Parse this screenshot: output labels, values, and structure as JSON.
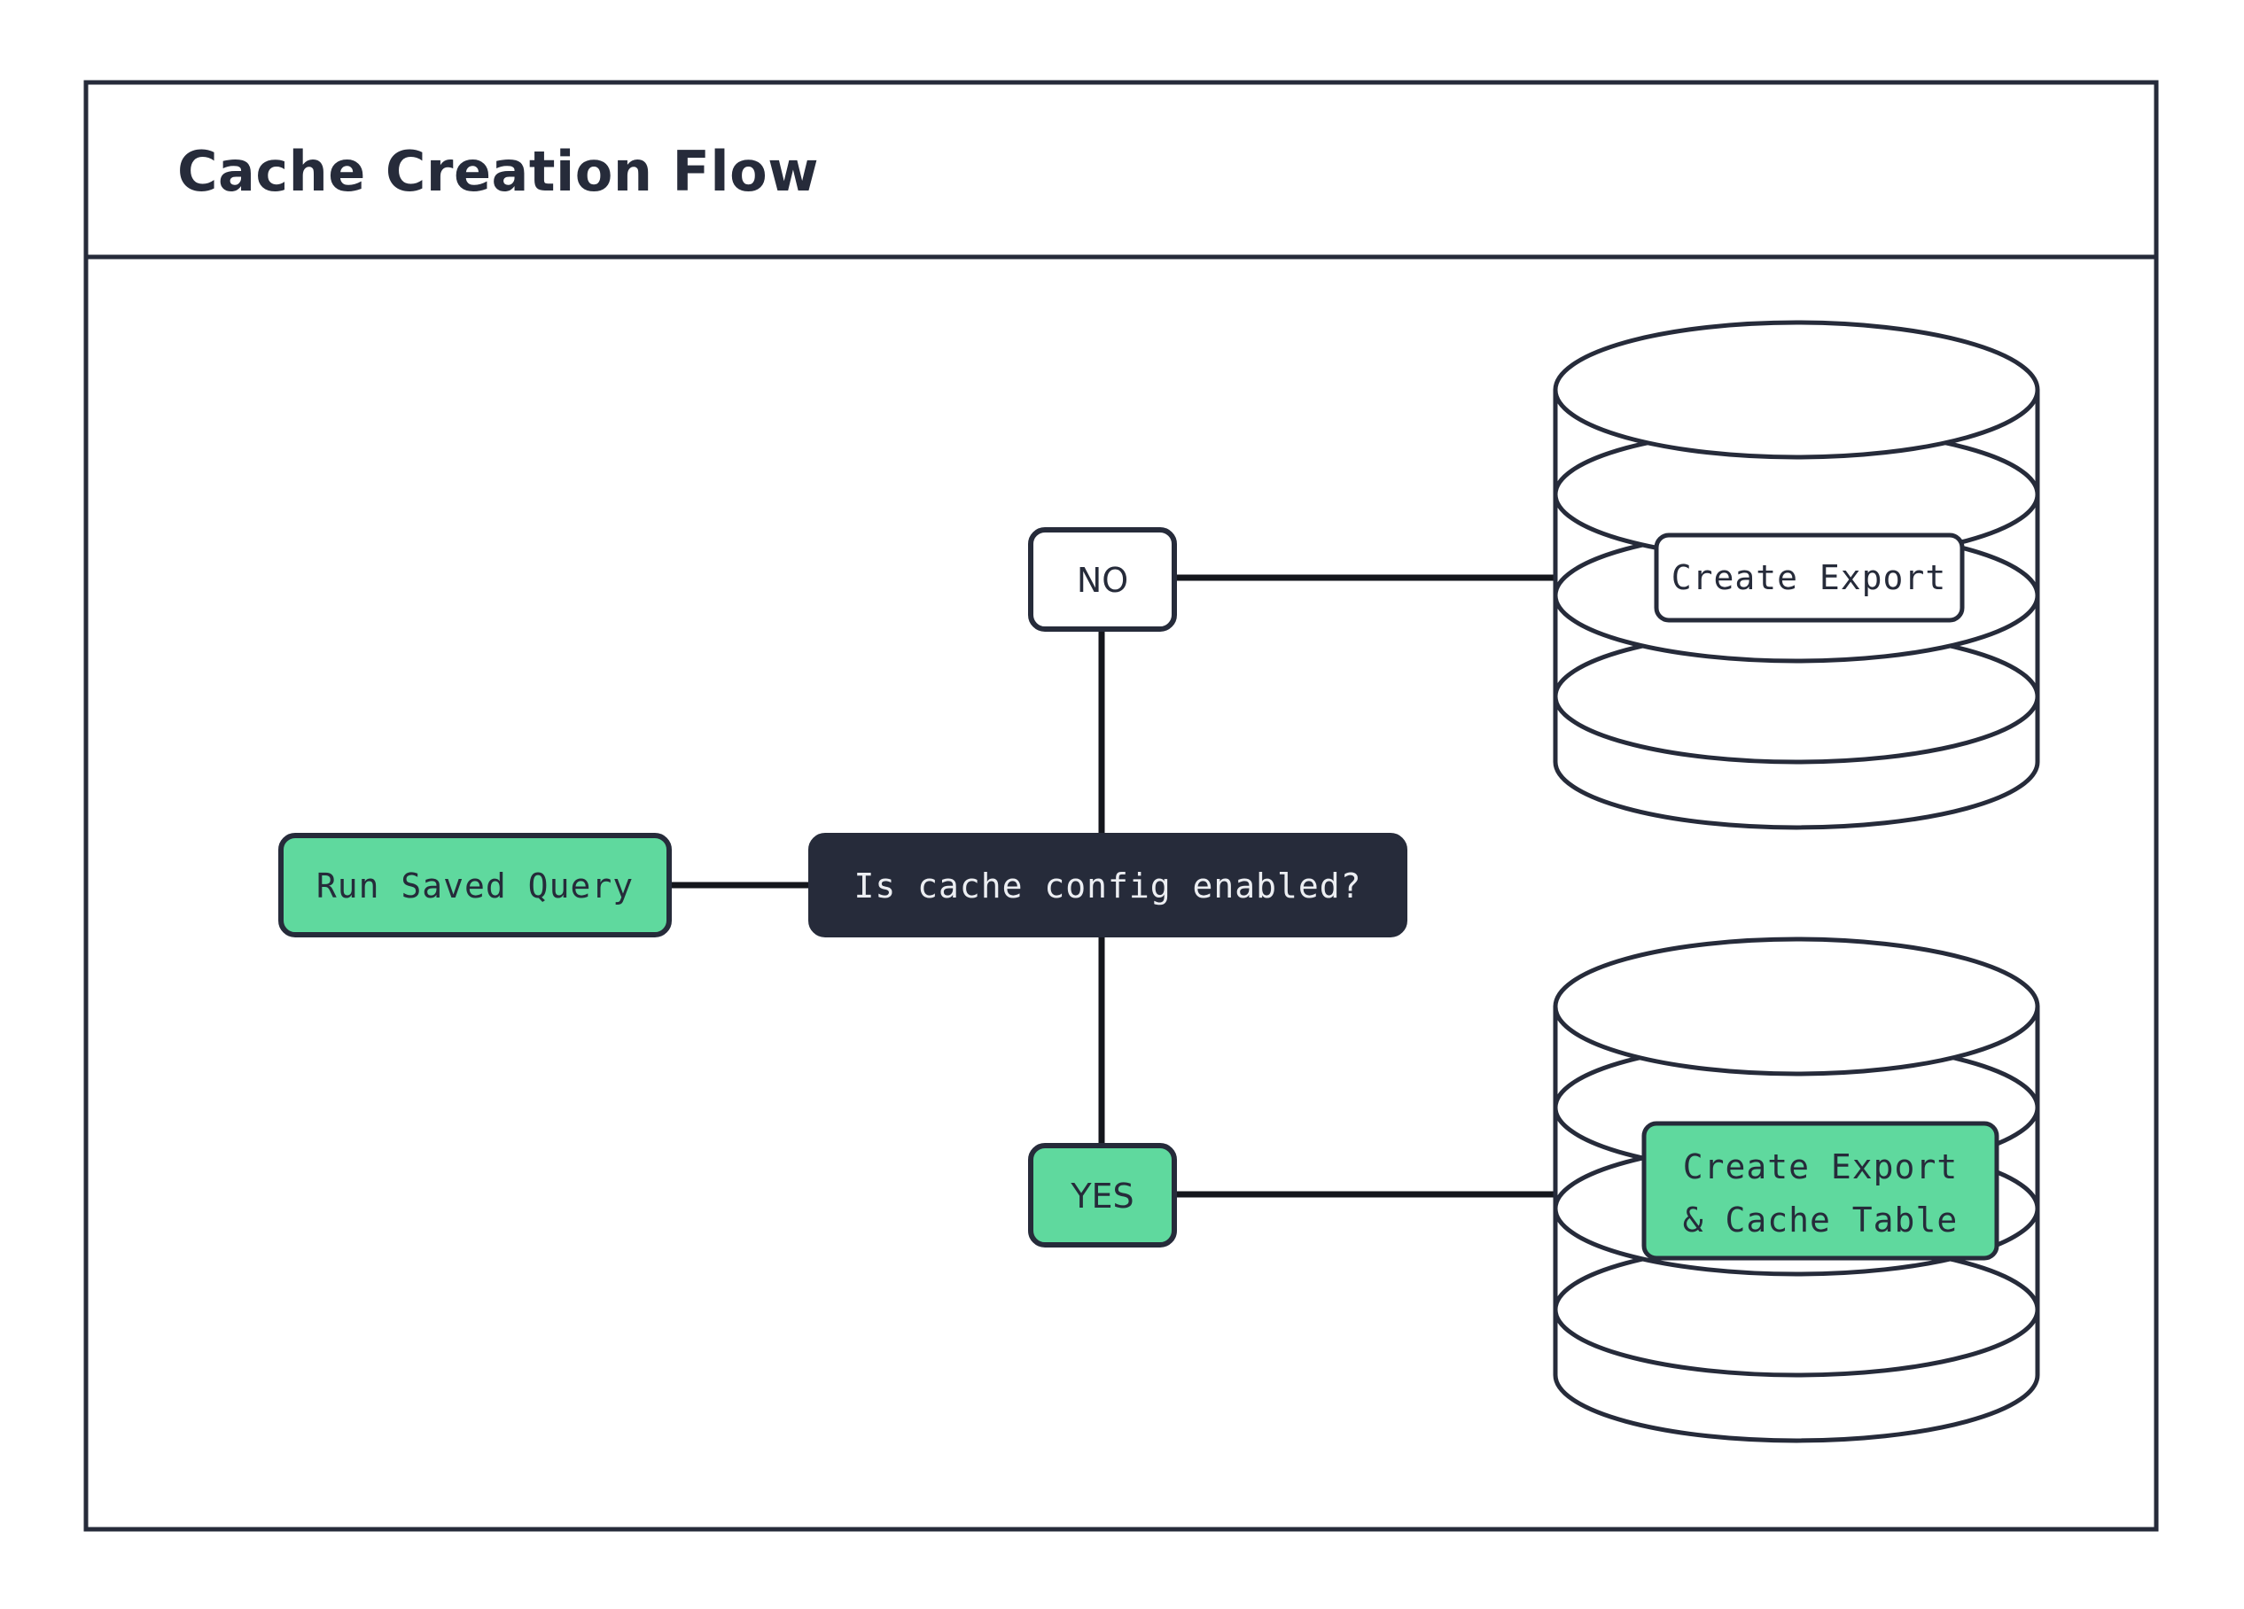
{
  "diagram": {
    "title": "Cache Creation Flow",
    "colors": {
      "accent_green": "#5fd99e",
      "dark_navy": "#262b3a",
      "border": "#262b3a",
      "background": "#ffffff",
      "text_on_dark": "#eceef2"
    },
    "nodes": {
      "start": {
        "label": "Run Saved Query",
        "shape": "rounded-rect",
        "fill": "green"
      },
      "decision": {
        "label": "Is cache config enabled?",
        "shape": "rounded-rect",
        "fill": "dark"
      },
      "branch_no": {
        "label": "NO",
        "shape": "rounded-rect",
        "fill": "white"
      },
      "branch_yes": {
        "label": "YES",
        "shape": "rounded-rect",
        "fill": "green"
      },
      "db_top": {
        "shape": "database-stack",
        "label": "Create Export",
        "label_fill": "white"
      },
      "db_bottom": {
        "shape": "database-stack",
        "label_line1": "Create Export",
        "label_line2": "& Cache Table",
        "label_fill": "green"
      }
    },
    "edges": [
      {
        "from": "start",
        "to": "decision",
        "label": ""
      },
      {
        "from": "decision",
        "to": "branch_no",
        "label": ""
      },
      {
        "from": "decision",
        "to": "branch_yes",
        "label": ""
      },
      {
        "from": "branch_no",
        "to": "db_top",
        "label": ""
      },
      {
        "from": "branch_yes",
        "to": "db_bottom",
        "label": ""
      }
    ]
  }
}
